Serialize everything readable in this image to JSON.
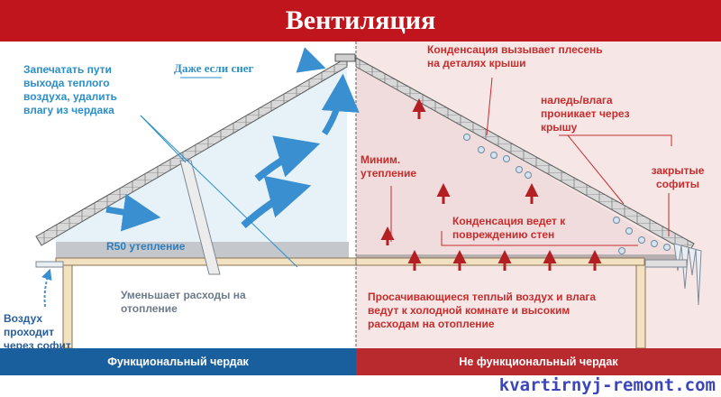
{
  "title": "Вентиляция",
  "left": {
    "caption": "Функциональный чердак",
    "seal_text": "Запечатать пути выхода теплого воздуха, удалить влагу из чердака",
    "snow": "Даже если снег",
    "insulation": "R50 утепление",
    "heating": "Уменьшает расходы на отопление",
    "soffit_air": "Воздух проходит через софит",
    "accent_color": "#2a8fc8",
    "panel_color": "#195f9e"
  },
  "right": {
    "caption": "Не функциональный чердак",
    "condensation_mold": "Конденсация вызывает плесень на деталях крыши",
    "ice": "наледь/влага проникает через крышу",
    "min_insulation": "Миним. утепление",
    "closed_soffits": "закрытые софиты",
    "wall_damage": "Конденсация ведет к повреждению стен",
    "warm_air": "Просачивающиеся теплый воздух и влага ведут к холодной комнате и высоким расходам на отопление",
    "accent_color": "#c62d2d",
    "panel_color": "#b92a2e"
  },
  "watermark": "kvartirnyj-remont.com"
}
